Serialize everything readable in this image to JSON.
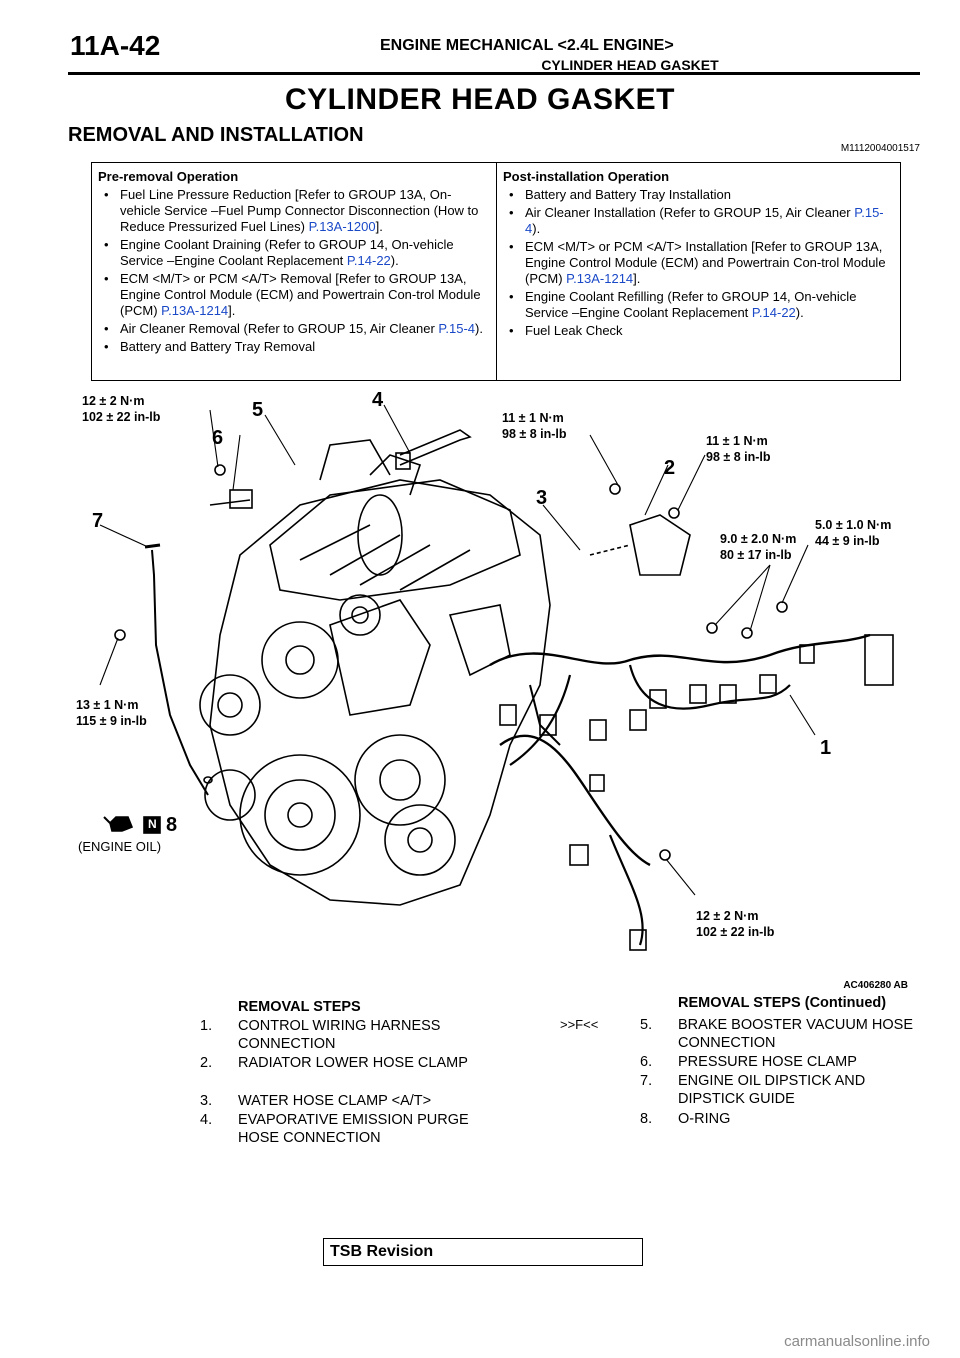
{
  "header": {
    "page_number": "11A-42",
    "section_title": "ENGINE MECHANICAL <2.4L ENGINE>",
    "subsection_title": "CYLINDER HEAD GASKET"
  },
  "title": "CYLINDER HEAD GASKET",
  "section": "REMOVAL AND INSTALLATION",
  "doc_id": "M1112004001517",
  "operations": {
    "pre": {
      "heading": "Pre-removal Operation",
      "items": [
        {
          "text": "Fuel Line Pressure Reduction [Refer to GROUP 13A, On-vehicle Service –Fuel Pump Connector Disconnection (How to Reduce Pressurized Fuel Lines) ",
          "ref": "P.13A-1200",
          "tail": "]."
        },
        {
          "text": "Engine Coolant Draining (Refer to GROUP 14, On-vehicle Service –Engine Coolant Replacement ",
          "ref": "P.14-22",
          "tail": ")."
        },
        {
          "text": "ECM <M/T> or PCM <A/T> Removal [Refer to GROUP 13A, Engine Control Module (ECM) and Powertrain Con-trol Module (PCM) ",
          "ref": "P.13A-1214",
          "tail": "]."
        },
        {
          "text": "Air Cleaner Removal (Refer to GROUP 15, Air Cleaner ",
          "ref": "P.15-4",
          "tail": ")."
        },
        {
          "text": "Battery and Battery Tray Removal",
          "ref": "",
          "tail": ""
        }
      ]
    },
    "post": {
      "heading": "Post-installation Operation",
      "items": [
        {
          "text": "Battery and Battery Tray Installation",
          "ref": "",
          "tail": ""
        },
        {
          "text": "Air Cleaner Installation (Refer to GROUP 15, Air Cleaner ",
          "ref": "P.15-4",
          "tail": ")."
        },
        {
          "text": "ECM <M/T> or PCM <A/T> Installation [Refer to GROUP 13A, Engine Control Module (ECM) and Powertrain Con-trol Module (PCM) ",
          "ref": "P.13A-1214",
          "tail": "]."
        },
        {
          "text": "Engine Coolant Refilling (Refer to GROUP 14, On-vehicle Service –Engine Coolant Replacement ",
          "ref": "P.14-22",
          "tail": ")."
        },
        {
          "text": "Fuel Leak Check",
          "ref": "",
          "tail": ""
        }
      ]
    }
  },
  "diagram": {
    "torques": {
      "t6": [
        "12 ± 2 N·m",
        "102 ± 22 in-lb"
      ],
      "t3": [
        "11 ± 1 N·m",
        "98 ± 8 in-lb"
      ],
      "t2": [
        "11 ± 1 N·m",
        "98 ± 8 in-lb"
      ],
      "t1a": [
        "9.0 ± 2.0 N·m",
        "80 ± 17 in-lb"
      ],
      "t1b": [
        "5.0 ± 1.0 N·m",
        "44 ± 9 in-lb"
      ],
      "t7": [
        "13 ± 1 N·m",
        "115 ± 9 in-lb"
      ],
      "t_bottom": [
        "12 ± 2 N·m",
        "102 ± 22 in-lb"
      ]
    },
    "numbers": {
      "n1": "1",
      "n2": "2",
      "n3": "3",
      "n4": "4",
      "n5": "5",
      "n6": "6",
      "n7": "7",
      "n8": "8"
    },
    "oil_label": "(ENGINE OIL)",
    "n_badge": "N",
    "figure_id": "AC406280",
    "figure_suffix": "AB"
  },
  "removal_steps": {
    "heading": "REMOVAL STEPS",
    "items": [
      {
        "num": "1.",
        "text": "CONTROL WIRING HARNESS CONNECTION"
      },
      {
        "num": "2.",
        "text": "RADIATOR LOWER HOSE CLAMP"
      },
      {
        "num": "3.",
        "text": "WATER HOSE CLAMP <A/T>"
      },
      {
        "num": "4.",
        "text": "EVAPORATIVE EMISSION PURGE HOSE CONNECTION"
      }
    ]
  },
  "removal_steps_cont": {
    "heading": "REMOVAL STEPS (Continued)",
    "marker": ">>F<<",
    "items": [
      {
        "num": "5.",
        "text": "BRAKE BOOSTER VACUUM HOSE CONNECTION"
      },
      {
        "num": "6.",
        "text": "PRESSURE HOSE CLAMP"
      },
      {
        "num": "7.",
        "text": "ENGINE OIL DIPSTICK AND DIPSTICK GUIDE"
      },
      {
        "num": "8.",
        "text": "O-RING"
      }
    ]
  },
  "footer": {
    "tsb": "TSB Revision",
    "watermark": "carmanualsonline.info"
  }
}
